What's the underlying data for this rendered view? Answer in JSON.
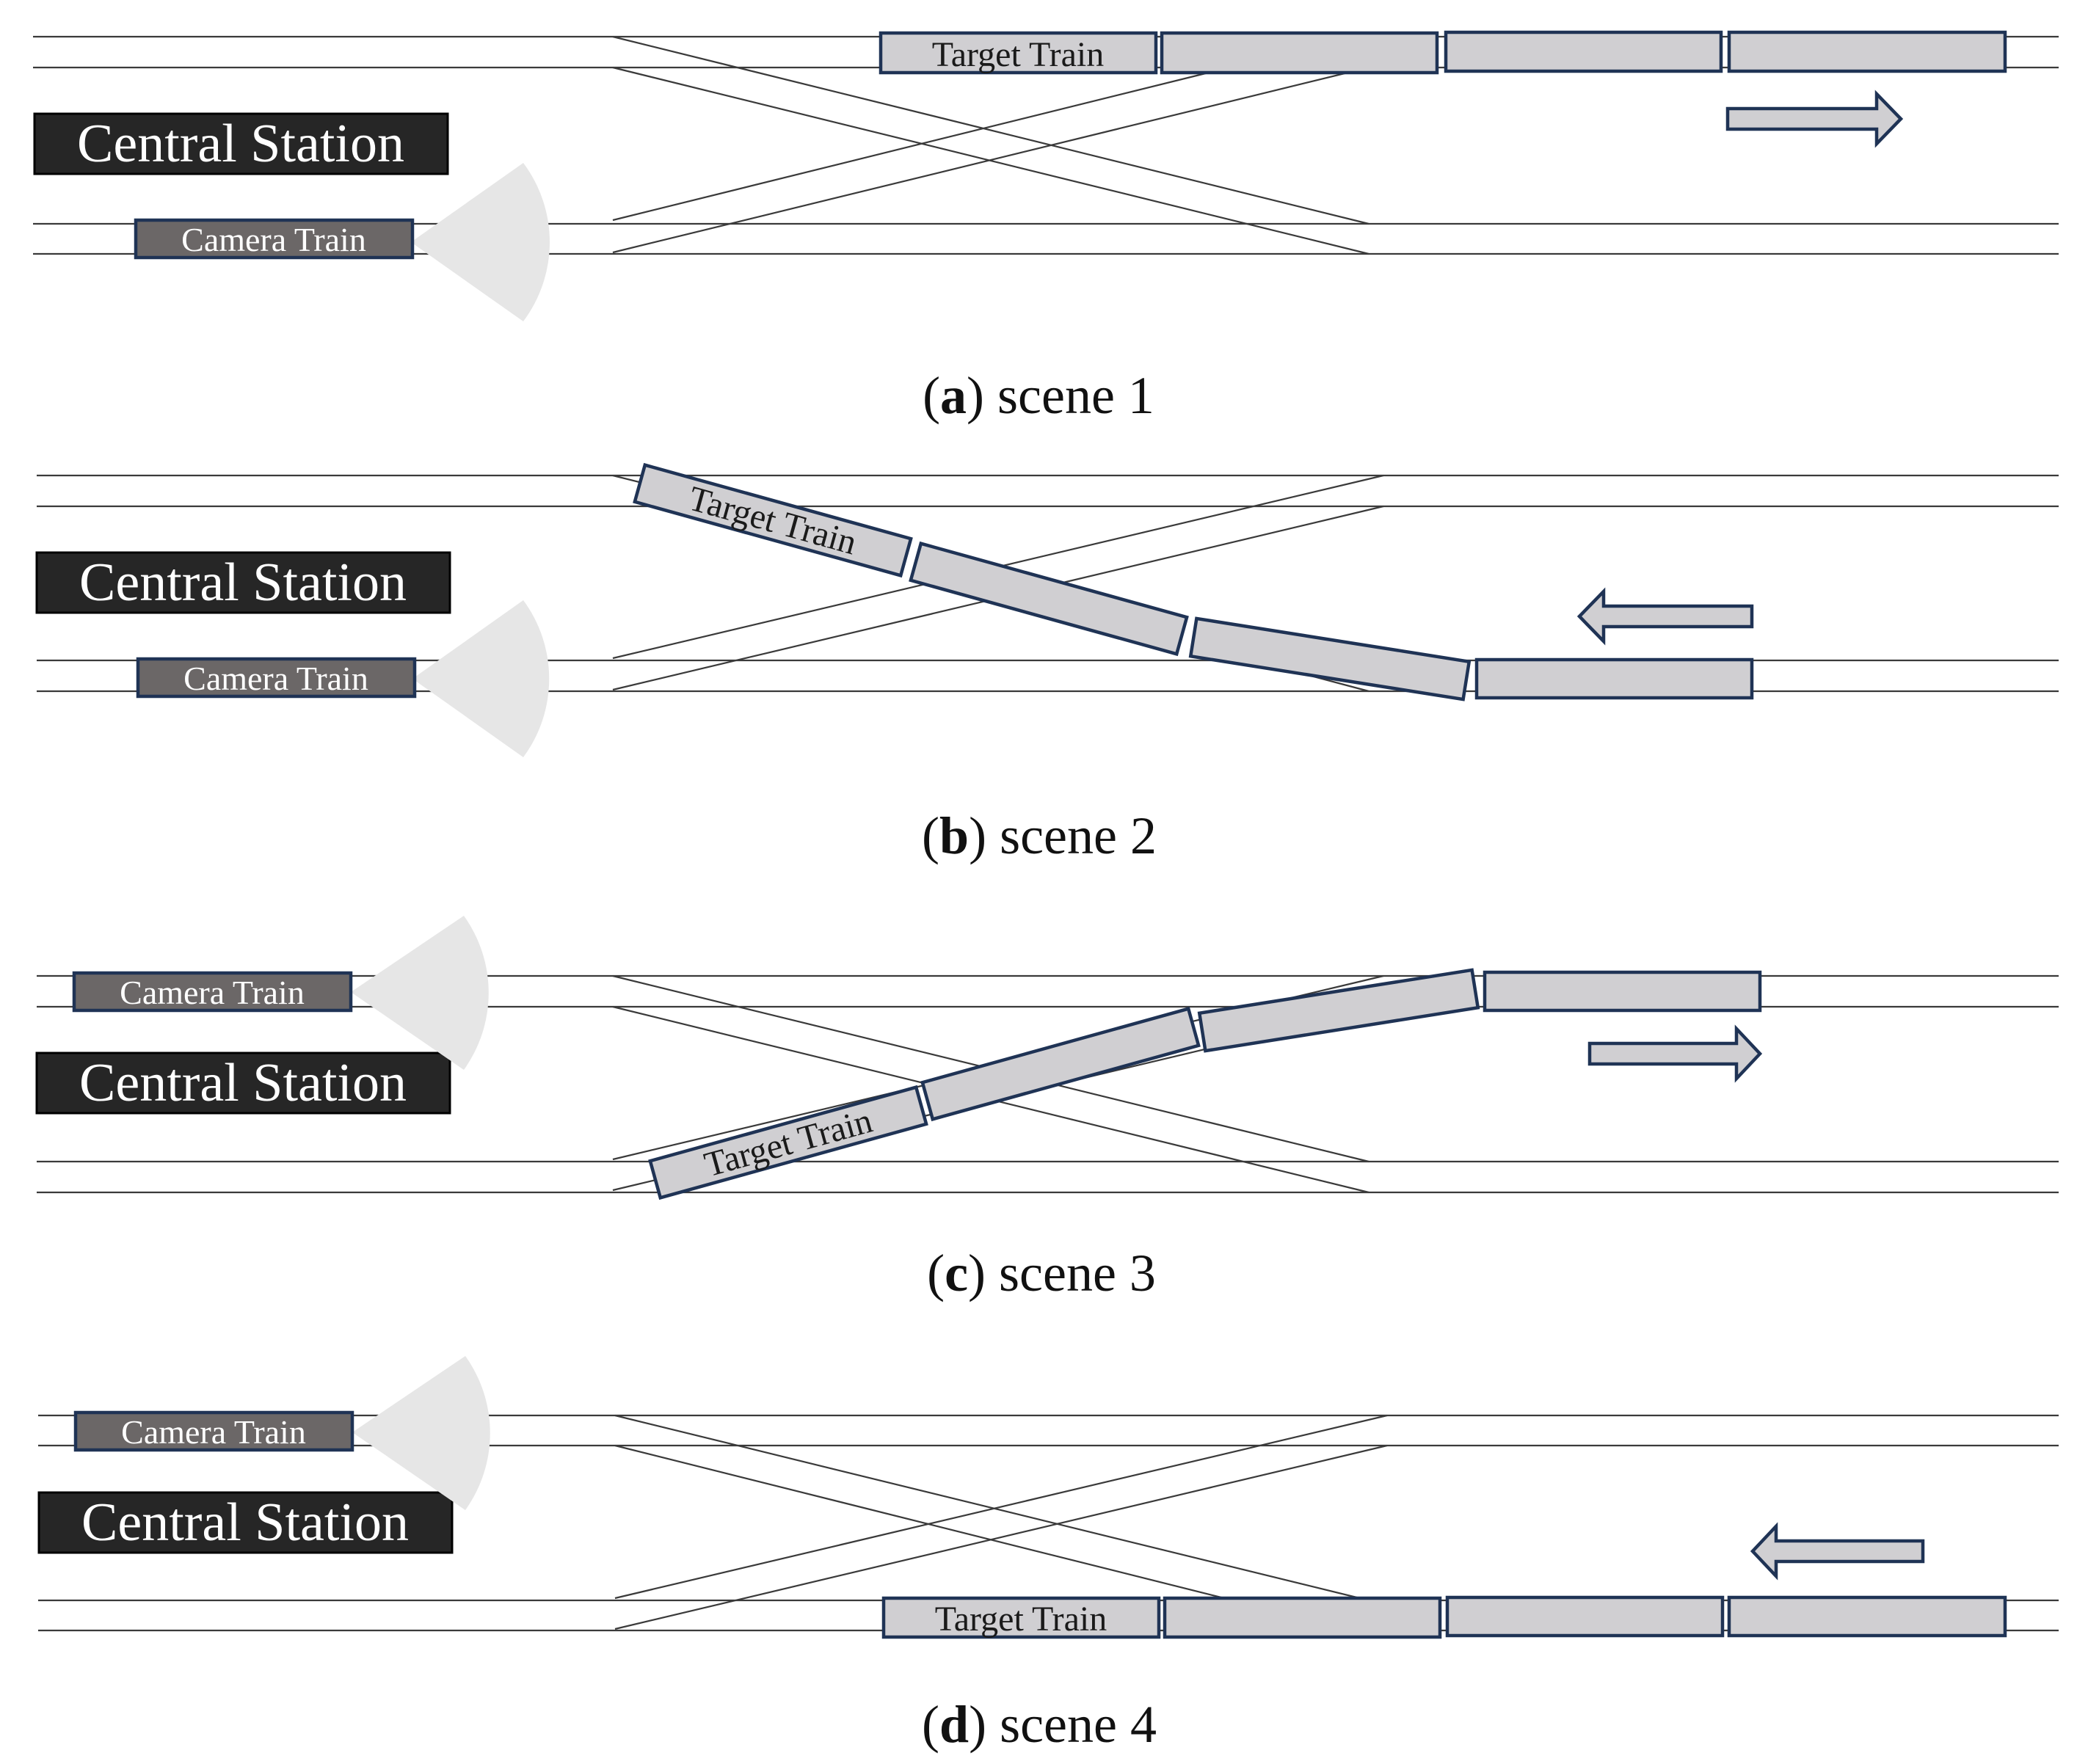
{
  "figure": {
    "station_label": "Central Station",
    "camera_label": "Camera Train",
    "target_label": "Target Train",
    "colors": {
      "track": "#3a3a3a",
      "car_fill": "#d0cfd2",
      "car_stroke": "#1f3355",
      "camera_fill": "#6b6767",
      "station_fill": "#262626",
      "cone_fill": "#e6e6e6"
    },
    "panels": [
      {
        "letter": "a",
        "caption": "scene 1",
        "target_direction": "right"
      },
      {
        "letter": "b",
        "caption": "scene 2",
        "target_direction": "left"
      },
      {
        "letter": "c",
        "caption": "scene 3",
        "target_direction": "right"
      },
      {
        "letter": "d",
        "caption": "scene 4",
        "target_direction": "left"
      }
    ]
  }
}
